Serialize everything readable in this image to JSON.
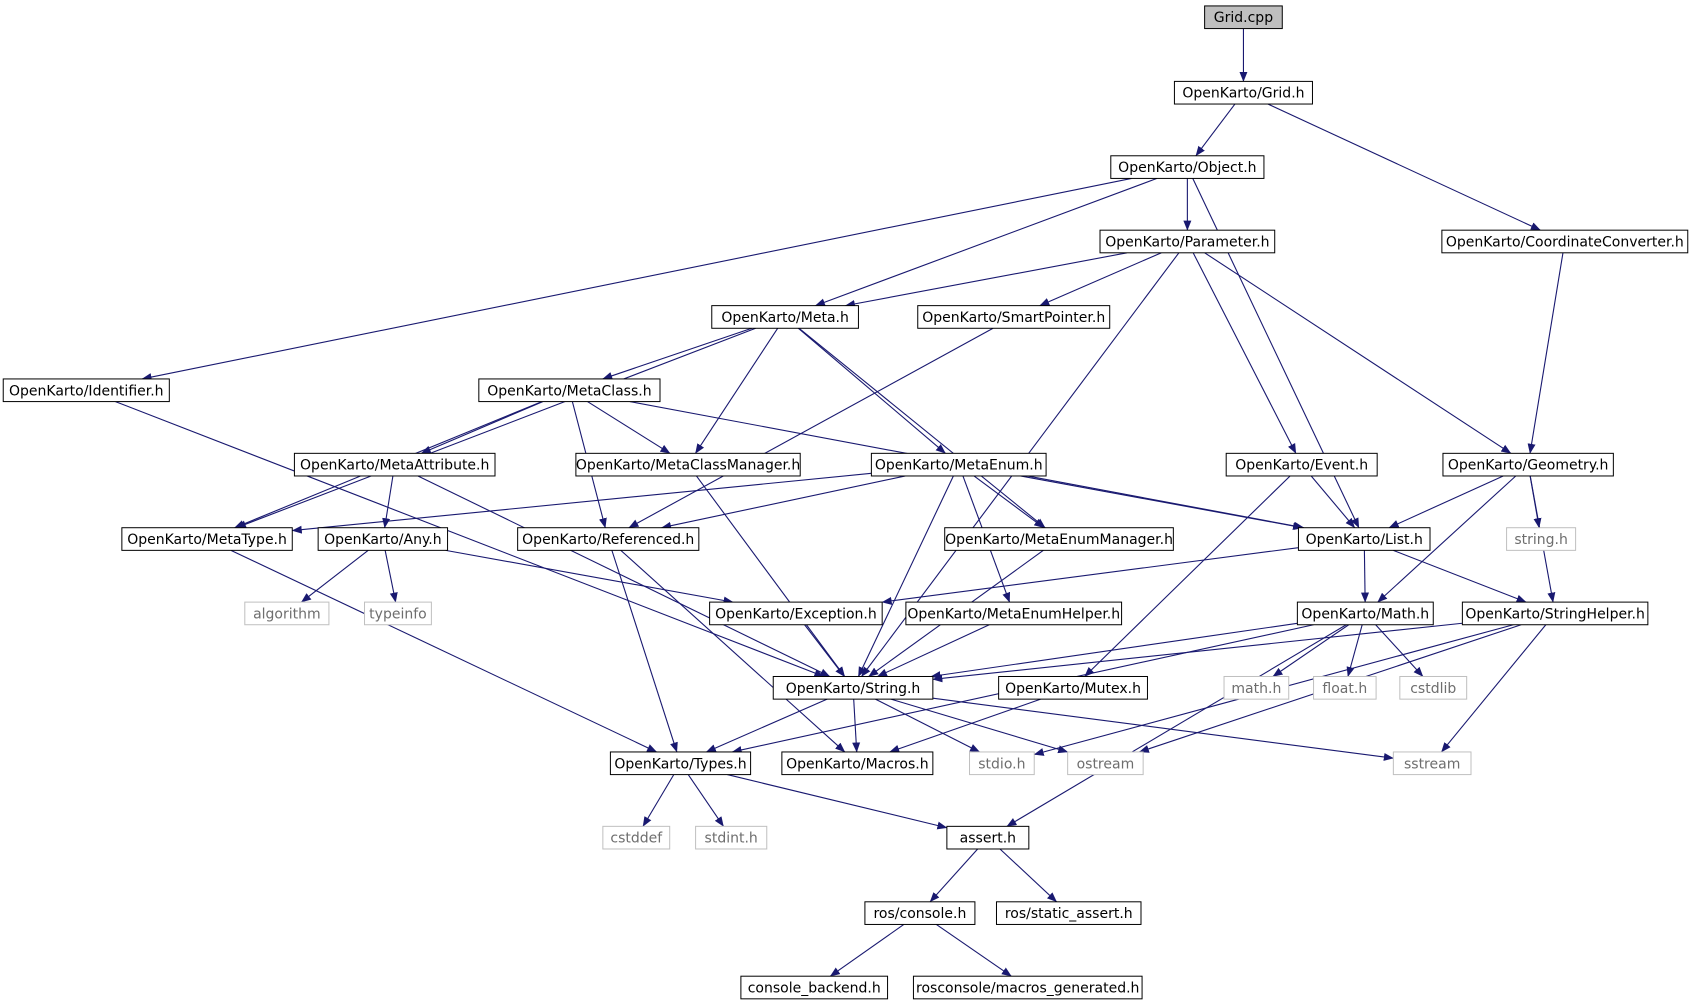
{
  "graph": {
    "nodes": [
      {
        "id": "grid_cpp",
        "label": "Grid.cpp",
        "style": "root"
      },
      {
        "id": "grid_h",
        "label": "OpenKarto/Grid.h",
        "style": "normal"
      },
      {
        "id": "object_h",
        "label": "OpenKarto/Object.h",
        "style": "normal"
      },
      {
        "id": "coordconv_h",
        "label": "OpenKarto/CoordinateConverter.h",
        "style": "normal"
      },
      {
        "id": "parameter_h",
        "label": "OpenKarto/Parameter.h",
        "style": "normal"
      },
      {
        "id": "meta_h",
        "label": "OpenKarto/Meta.h",
        "style": "normal"
      },
      {
        "id": "smartpointer_h",
        "label": "OpenKarto/SmartPointer.h",
        "style": "normal"
      },
      {
        "id": "identifier_h",
        "label": "OpenKarto/Identifier.h",
        "style": "normal"
      },
      {
        "id": "metaclass_h",
        "label": "OpenKarto/MetaClass.h",
        "style": "normal"
      },
      {
        "id": "metaattribute_h",
        "label": "OpenKarto/MetaAttribute.h",
        "style": "normal"
      },
      {
        "id": "metaclassmanager_h",
        "label": "OpenKarto/MetaClassManager.h",
        "style": "normal"
      },
      {
        "id": "metaenum_h",
        "label": "OpenKarto/MetaEnum.h",
        "style": "normal"
      },
      {
        "id": "event_h",
        "label": "OpenKarto/Event.h",
        "style": "normal"
      },
      {
        "id": "geometry_h",
        "label": "OpenKarto/Geometry.h",
        "style": "normal"
      },
      {
        "id": "metatype_h",
        "label": "OpenKarto/MetaType.h",
        "style": "normal"
      },
      {
        "id": "any_h",
        "label": "OpenKarto/Any.h",
        "style": "normal"
      },
      {
        "id": "referenced_h",
        "label": "OpenKarto/Referenced.h",
        "style": "normal"
      },
      {
        "id": "metaenummanager_h",
        "label": "OpenKarto/MetaEnumManager.h",
        "style": "normal"
      },
      {
        "id": "list_h",
        "label": "OpenKarto/List.h",
        "style": "normal"
      },
      {
        "id": "string_h_sys",
        "label": "string.h",
        "style": "system"
      },
      {
        "id": "algorithm",
        "label": "algorithm",
        "style": "system"
      },
      {
        "id": "typeinfo",
        "label": "typeinfo",
        "style": "system"
      },
      {
        "id": "exception_h",
        "label": "OpenKarto/Exception.h",
        "style": "normal"
      },
      {
        "id": "metaenumhelper_h",
        "label": "OpenKarto/MetaEnumHelper.h",
        "style": "normal"
      },
      {
        "id": "math_h",
        "label": "OpenKarto/Math.h",
        "style": "normal"
      },
      {
        "id": "stringhelper_h",
        "label": "OpenKarto/StringHelper.h",
        "style": "normal"
      },
      {
        "id": "string_h",
        "label": "OpenKarto/String.h",
        "style": "normal"
      },
      {
        "id": "mutex_h",
        "label": "OpenKarto/Mutex.h",
        "style": "normal"
      },
      {
        "id": "mathh_sys",
        "label": "math.h",
        "style": "system"
      },
      {
        "id": "float_h",
        "label": "float.h",
        "style": "system"
      },
      {
        "id": "cstdlib",
        "label": "cstdlib",
        "style": "system"
      },
      {
        "id": "types_h",
        "label": "OpenKarto/Types.h",
        "style": "normal"
      },
      {
        "id": "macros_h",
        "label": "OpenKarto/Macros.h",
        "style": "normal"
      },
      {
        "id": "stdio_h",
        "label": "stdio.h",
        "style": "system"
      },
      {
        "id": "ostream",
        "label": "ostream",
        "style": "system"
      },
      {
        "id": "sstream",
        "label": "sstream",
        "style": "system"
      },
      {
        "id": "cstddef",
        "label": "cstddef",
        "style": "system"
      },
      {
        "id": "stdint_h",
        "label": "stdint.h",
        "style": "system"
      },
      {
        "id": "assert_h",
        "label": "assert.h",
        "style": "normal"
      },
      {
        "id": "ros_console_h",
        "label": "ros/console.h",
        "style": "normal"
      },
      {
        "id": "ros_static_assert_h",
        "label": "ros/static_assert.h",
        "style": "normal"
      },
      {
        "id": "console_backend_h",
        "label": "console_backend.h",
        "style": "normal"
      },
      {
        "id": "rosconsole_macros_h",
        "label": "rosconsole/macros_generated.h",
        "style": "normal"
      }
    ],
    "edges": [
      [
        "grid_cpp",
        "grid_h"
      ],
      [
        "grid_h",
        "object_h"
      ],
      [
        "grid_h",
        "coordconv_h"
      ],
      [
        "object_h",
        "parameter_h"
      ],
      [
        "object_h",
        "meta_h"
      ],
      [
        "object_h",
        "identifier_h"
      ],
      [
        "object_h",
        "list_h"
      ],
      [
        "coordconv_h",
        "geometry_h"
      ],
      [
        "parameter_h",
        "meta_h"
      ],
      [
        "parameter_h",
        "smartpointer_h"
      ],
      [
        "parameter_h",
        "event_h"
      ],
      [
        "parameter_h",
        "geometry_h"
      ],
      [
        "parameter_h",
        "string_h"
      ],
      [
        "meta_h",
        "metaclass_h"
      ],
      [
        "meta_h",
        "metaclassmanager_h"
      ],
      [
        "meta_h",
        "metaenum_h"
      ],
      [
        "meta_h",
        "metatype_h"
      ],
      [
        "meta_h",
        "metaenummanager_h"
      ],
      [
        "smartpointer_h",
        "referenced_h"
      ],
      [
        "identifier_h",
        "string_h"
      ],
      [
        "metaclass_h",
        "metaattribute_h"
      ],
      [
        "metaclass_h",
        "metaclassmanager_h"
      ],
      [
        "metaclass_h",
        "metatype_h"
      ],
      [
        "metaclass_h",
        "referenced_h"
      ],
      [
        "metaclass_h",
        "list_h"
      ],
      [
        "metaattribute_h",
        "any_h"
      ],
      [
        "metaattribute_h",
        "string_h"
      ],
      [
        "metaclassmanager_h",
        "string_h"
      ],
      [
        "metaenum_h",
        "metatype_h"
      ],
      [
        "metaenum_h",
        "referenced_h"
      ],
      [
        "metaenum_h",
        "metaenummanager_h"
      ],
      [
        "metaenum_h",
        "metaenumhelper_h"
      ],
      [
        "metaenum_h",
        "list_h"
      ],
      [
        "metaenum_h",
        "string_h"
      ],
      [
        "event_h",
        "list_h"
      ],
      [
        "event_h",
        "mutex_h"
      ],
      [
        "geometry_h",
        "list_h"
      ],
      [
        "geometry_h",
        "math_h"
      ],
      [
        "geometry_h",
        "string_h_sys"
      ],
      [
        "geometry_h",
        "stringhelper_h"
      ],
      [
        "metatype_h",
        "types_h"
      ],
      [
        "any_h",
        "algorithm"
      ],
      [
        "any_h",
        "typeinfo"
      ],
      [
        "any_h",
        "exception_h"
      ],
      [
        "referenced_h",
        "types_h"
      ],
      [
        "referenced_h",
        "macros_h"
      ],
      [
        "metaenummanager_h",
        "string_h"
      ],
      [
        "list_h",
        "exception_h"
      ],
      [
        "list_h",
        "math_h"
      ],
      [
        "list_h",
        "stringhelper_h"
      ],
      [
        "exception_h",
        "string_h"
      ],
      [
        "metaenumhelper_h",
        "string_h"
      ],
      [
        "math_h",
        "string_h"
      ],
      [
        "math_h",
        "types_h"
      ],
      [
        "math_h",
        "mathh_sys"
      ],
      [
        "math_h",
        "float_h"
      ],
      [
        "math_h",
        "cstdlib"
      ],
      [
        "math_h",
        "assert_h"
      ],
      [
        "stringhelper_h",
        "string_h"
      ],
      [
        "stringhelper_h",
        "stdio_h"
      ],
      [
        "stringhelper_h",
        "ostream"
      ],
      [
        "stringhelper_h",
        "sstream"
      ],
      [
        "string_h",
        "types_h"
      ],
      [
        "string_h",
        "macros_h"
      ],
      [
        "string_h",
        "stdio_h"
      ],
      [
        "string_h",
        "ostream"
      ],
      [
        "string_h",
        "sstream"
      ],
      [
        "mutex_h",
        "macros_h"
      ],
      [
        "types_h",
        "cstddef"
      ],
      [
        "types_h",
        "stdint_h"
      ],
      [
        "types_h",
        "assert_h"
      ],
      [
        "assert_h",
        "ros_console_h"
      ],
      [
        "assert_h",
        "ros_static_assert_h"
      ],
      [
        "ros_console_h",
        "console_backend_h"
      ],
      [
        "ros_console_h",
        "rosconsole_macros_h"
      ]
    ]
  },
  "colors": {
    "edge": "#191970",
    "node_border": "#000000",
    "root_fill": "#bfbfbf",
    "system_border": "#bfbfbf",
    "system_text": "#6e6e6e",
    "text": "#000000"
  }
}
